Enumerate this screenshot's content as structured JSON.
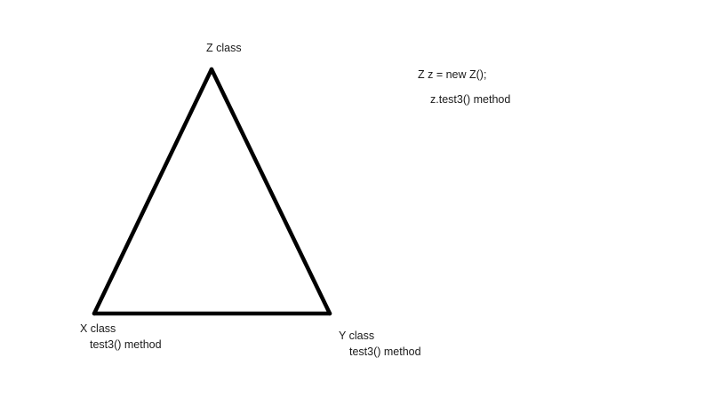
{
  "nodes": {
    "z": {
      "name": "Z class"
    },
    "x": {
      "name": "X class",
      "method": "test3() method"
    },
    "y": {
      "name": "Y class",
      "method": "test3() method"
    }
  },
  "code": {
    "line1": "Z z = new Z();",
    "line2": "z.test3() method"
  },
  "colors": {
    "stroke": "#000000",
    "text": "#1a1a1a",
    "background": "#ffffff"
  }
}
